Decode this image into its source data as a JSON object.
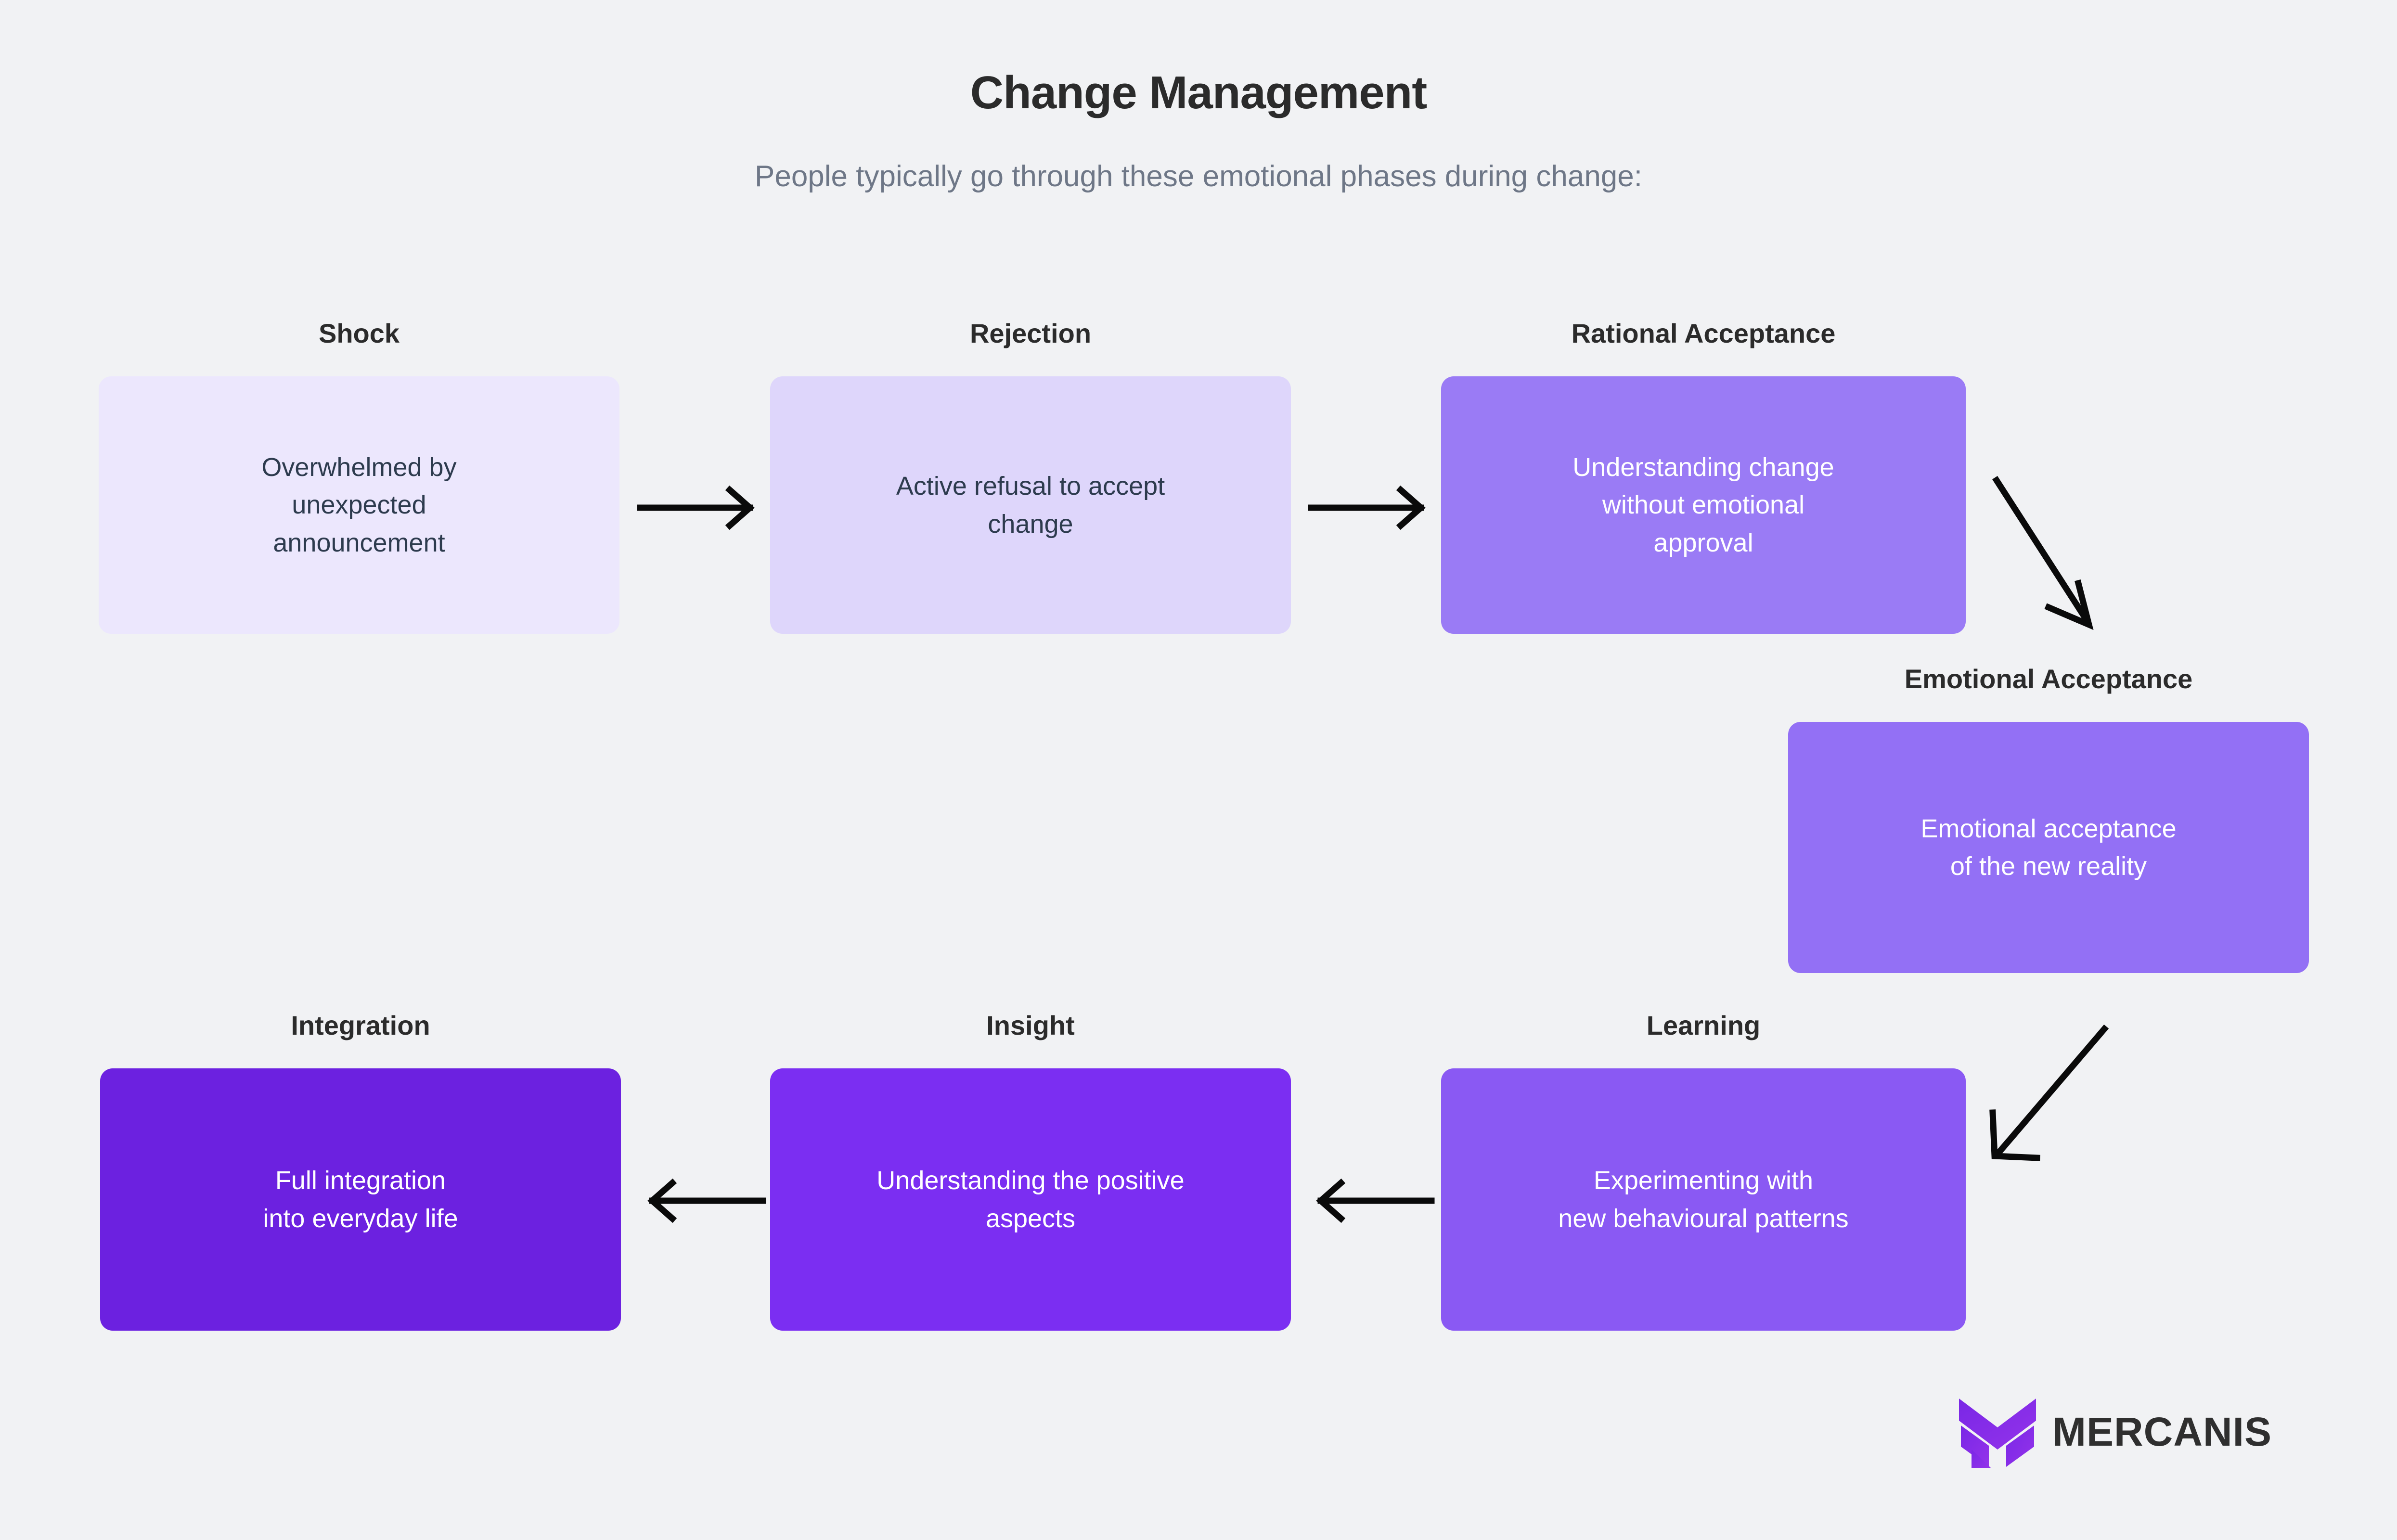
{
  "header": {
    "title": "Change Management",
    "subtitle": "People typically go through these emotional phases during change:"
  },
  "colors": {
    "background": "#f1f2f4",
    "title_text": "#2b2b2b",
    "subtitle_text": "#6e7787",
    "arrow": "#0a0a0a",
    "brand_purple": "#7c2ae8",
    "brand_text": "#2f2f2f"
  },
  "phases": [
    {
      "label": "Shock",
      "description": "Overwhelmed by\nunexpected\nannouncement",
      "fill": "#ece7fd",
      "text_color": "#2d3b4e"
    },
    {
      "label": "Rejection",
      "description": "Active refusal to accept\nchange",
      "fill": "#ded6fb",
      "text_color": "#2d3b4e"
    },
    {
      "label": "Rational Acceptance",
      "description": "Understanding change\nwithout emotional\napproval",
      "fill": "#9a7bf5",
      "text_color": "#ffffff"
    },
    {
      "label": "Emotional Acceptance",
      "description": "Emotional acceptance\nof the new reality",
      "fill": "#9370f5",
      "text_color": "#ffffff"
    },
    {
      "label": "Learning",
      "description": "Experimenting with\nnew behavioural patterns",
      "fill": "#8a59f3",
      "text_color": "#ffffff"
    },
    {
      "label": "Insight",
      "description": "Understanding the positive\naspects",
      "fill": "#7b2ef2",
      "text_color": "#ffffff"
    },
    {
      "label": "Integration",
      "description": "Full integration\ninto everyday life",
      "fill": "#6c21e0",
      "text_color": "#ffffff"
    }
  ],
  "connectors": [
    {
      "name": "shock-to-rejection",
      "direction": "right"
    },
    {
      "name": "rejection-to-rational-acceptance",
      "direction": "right"
    },
    {
      "name": "rational-to-emotional-acceptance",
      "direction": "down-right"
    },
    {
      "name": "emotional-acceptance-to-learning",
      "direction": "down-left"
    },
    {
      "name": "learning-to-insight",
      "direction": "left"
    },
    {
      "name": "insight-to-integration",
      "direction": "left"
    }
  ],
  "brand": {
    "name": "MERCANIS"
  }
}
